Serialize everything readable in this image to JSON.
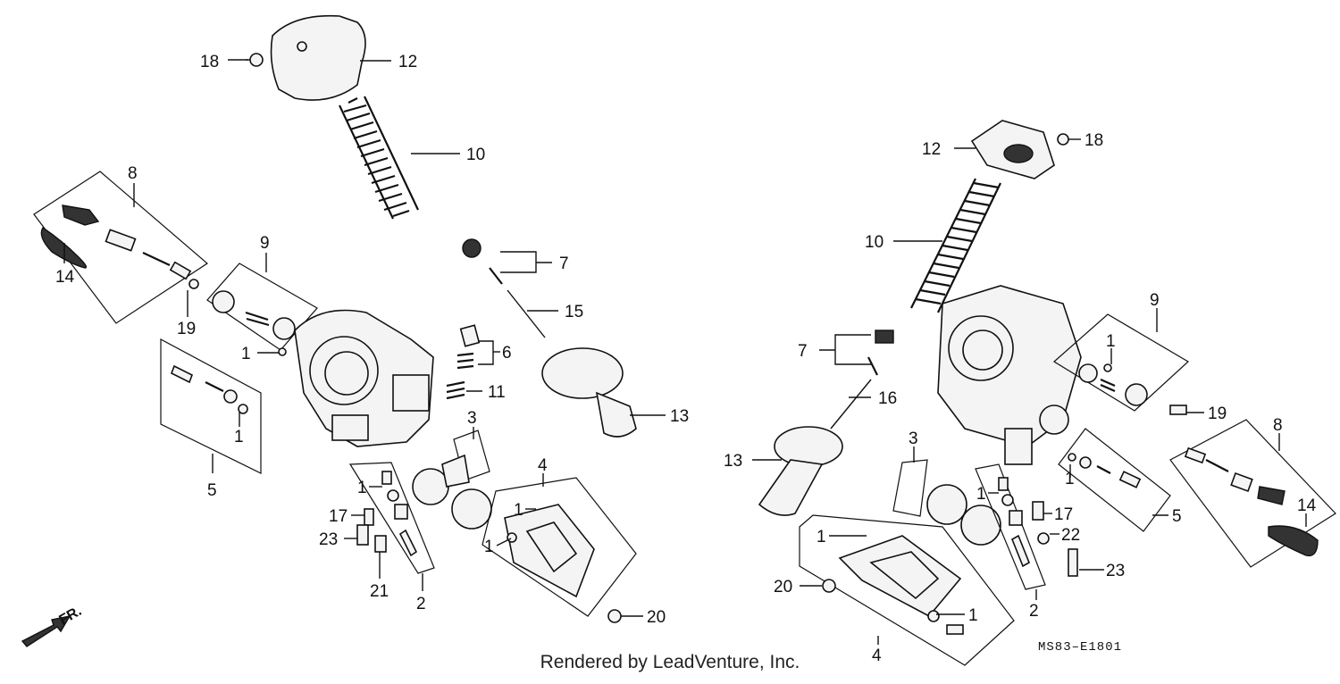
{
  "credit": "Rendered by LeadVenture, Inc.",
  "diagram_code": "MS83–E1801",
  "front_indicator": "FR.",
  "callouts_left": {
    "c18": "18",
    "c12": "12",
    "c10": "10",
    "c8": "8",
    "c9": "9",
    "c14": "14",
    "c19": "19",
    "c1a": "1",
    "c1b": "1",
    "c7": "7",
    "c15": "15",
    "c6": "6",
    "c11": "11",
    "c13": "13",
    "c5": "5",
    "c3": "3",
    "c4": "4",
    "c1c": "1",
    "c1d": "1",
    "c1e": "1",
    "c17": "17",
    "c23": "23",
    "c21": "21",
    "c2": "2",
    "c20": "20"
  },
  "callouts_right": {
    "c12": "12",
    "c18": "18",
    "c10": "10",
    "c9": "9",
    "c1a": "1",
    "c7": "7",
    "c16": "16",
    "c19": "19",
    "c8": "8",
    "c13": "13",
    "c3": "3",
    "c1b": "1",
    "c5": "5",
    "c14": "14",
    "c1c": "1",
    "c17": "17",
    "c22": "22",
    "c1d": "1",
    "c23": "23",
    "c20": "20",
    "c1e": "1",
    "c2": "2",
    "c4": "4"
  }
}
